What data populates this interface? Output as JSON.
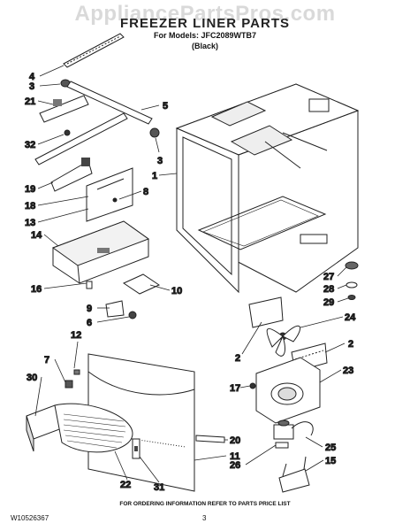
{
  "watermark": "AppliancePartsPros.com",
  "header": {
    "title": "FREEZER LINER PARTS",
    "models_line": "For Models: JFC2089WTB7",
    "color_line": "(Black)"
  },
  "callouts": [
    "4",
    "3",
    "21",
    "5",
    "32",
    "3",
    "1",
    "19",
    "8",
    "18",
    "13",
    "14",
    "16",
    "10",
    "9",
    "6",
    "12",
    "27",
    "28",
    "29",
    "24",
    "2",
    "2",
    "7",
    "30",
    "23",
    "17",
    "20",
    "11",
    "25",
    "26",
    "15",
    "22",
    "31"
  ],
  "footer": {
    "ordering_note": "FOR ORDERING INFORMATION REFER TO PARTS PRICE LIST",
    "doc_number": "W10526367",
    "page_number": "3"
  }
}
